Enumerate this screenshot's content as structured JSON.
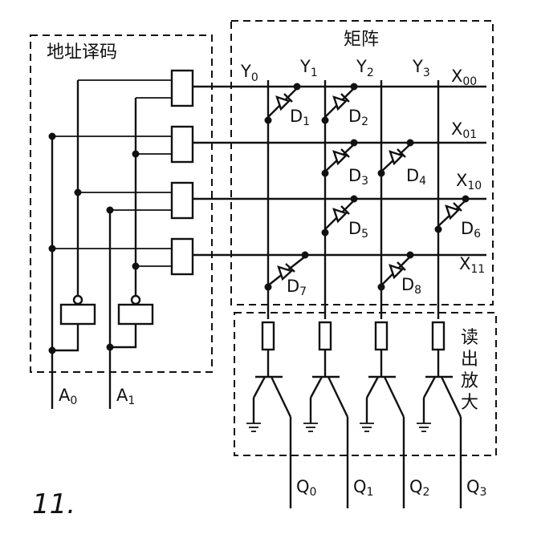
{
  "regions": {
    "decoder_title": "地址译码",
    "matrix_title": "矩阵",
    "amp_title": [
      "读",
      "出",
      "放",
      "大"
    ]
  },
  "columns": [
    {
      "main": "Y",
      "sub": "0"
    },
    {
      "main": "Y",
      "sub": "1"
    },
    {
      "main": "Y",
      "sub": "2"
    },
    {
      "main": "Y",
      "sub": "3"
    }
  ],
  "rows": [
    {
      "main": "X",
      "sub": "00"
    },
    {
      "main": "X",
      "sub": "01"
    },
    {
      "main": "X",
      "sub": "10"
    },
    {
      "main": "X",
      "sub": "11"
    }
  ],
  "diodes": [
    {
      "main": "D",
      "sub": "1"
    },
    {
      "main": "D",
      "sub": "2"
    },
    {
      "main": "D",
      "sub": "3"
    },
    {
      "main": "D",
      "sub": "4"
    },
    {
      "main": "D",
      "sub": "5"
    },
    {
      "main": "D",
      "sub": "6"
    },
    {
      "main": "D",
      "sub": "7"
    },
    {
      "main": "D",
      "sub": "8"
    }
  ],
  "inputs": [
    {
      "main": "A",
      "sub": "0"
    },
    {
      "main": "A",
      "sub": "1"
    }
  ],
  "outputs": [
    {
      "main": "Q",
      "sub": "0"
    },
    {
      "main": "Q",
      "sub": "1"
    },
    {
      "main": "Q",
      "sub": "2"
    },
    {
      "main": "Q",
      "sub": "3"
    }
  ],
  "figure_number": "11."
}
